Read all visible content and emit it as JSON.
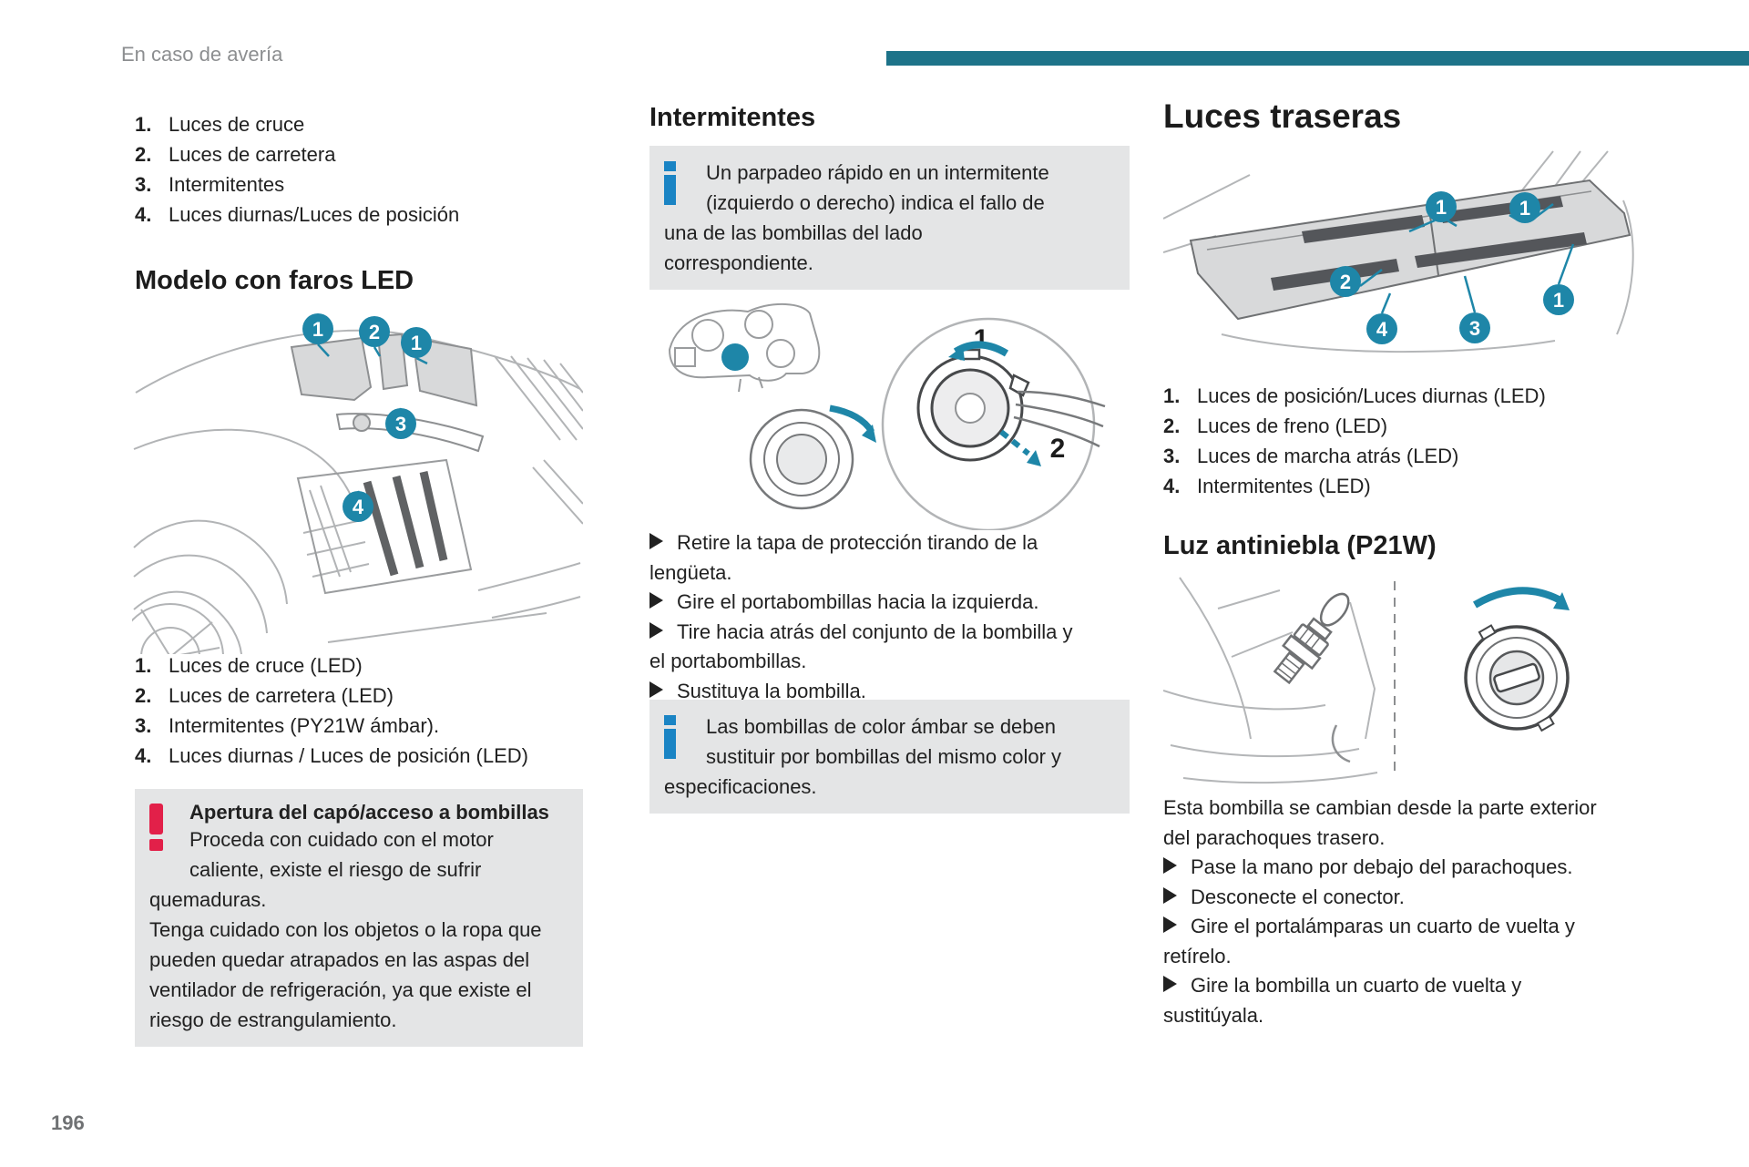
{
  "page": {
    "section_header": "En caso de avería",
    "page_number": "196"
  },
  "colors": {
    "accent_bar": "#1d7389",
    "callout_circle": "#1e86a8",
    "info_icon_blue": "#1a84c4",
    "warning_icon_red": "#e22049",
    "box_background": "#e4e5e6"
  },
  "col1": {
    "overview_list": [
      {
        "num": "1.",
        "label": "Luces de cruce"
      },
      {
        "num": "2.",
        "label": "Luces de carretera"
      },
      {
        "num": "3.",
        "label": "Intermitentes"
      },
      {
        "num": "4.",
        "label": "Luces diurnas/Luces de posición"
      }
    ],
    "heading": "Modelo con faros LED",
    "figure_callouts": [
      "1",
      "2",
      "1",
      "3",
      "4"
    ],
    "led_list": [
      {
        "num": "1.",
        "label": "Luces de cruce (LED)"
      },
      {
        "num": "2.",
        "label": "Luces de carretera (LED)"
      },
      {
        "num": "3.",
        "label": "Intermitentes (PY21W ámbar)."
      },
      {
        "num": "4.",
        "label": "Luces diurnas / Luces de posición (LED)"
      }
    ],
    "warning_box": {
      "title": "Apertura del capó/acceso a bombillas",
      "body": "Proceda con cuidado con el motor\ncaliente, existe el riesgo de sufrir\nquemaduras.\nTenga cuidado con los objetos o la ropa que\npueden quedar atrapados en las aspas del\nventilador de refrigeración, ya que existe el\nriesgo de estrangulamiento."
    }
  },
  "col2": {
    "heading": "Intermitentes",
    "info_box_1": "Un parpadeo rápido en un intermitente\n(izquierdo o derecho) indica el fallo de\nuna de las bombillas del lado\ncorrespondiente.",
    "figure_labels": {
      "bulb_holder": "1",
      "bulb": "2"
    },
    "steps": [
      "Retire la tapa de protección tirando de la\nlengüeta.",
      "Gire el portabombillas hacia la izquierda.",
      "Tire hacia atrás del conjunto de la bombilla y\nel portabombillas.",
      "Sustituya la bombilla."
    ],
    "info_box_2": "Las bombillas de color ámbar se deben\nsustituir por bombillas del mismo color y\nespecificaciones."
  },
  "col3": {
    "heading": "Luces traseras",
    "figure_callouts": [
      "1",
      "1",
      "2",
      "1",
      "3",
      "4"
    ],
    "list": [
      {
        "num": "1.",
        "label": "Luces de posición/Luces diurnas (LED)"
      },
      {
        "num": "2.",
        "label": "Luces de freno (LED)"
      },
      {
        "num": "3.",
        "label": "Luces de marcha atrás (LED)"
      },
      {
        "num": "4.",
        "label": "Intermitentes (LED)"
      }
    ],
    "subheading": "Luz antiniebla (P21W)",
    "body": "Esta bombilla se cambian desde la parte exterior\ndel parachoques trasero.",
    "steps": [
      "Pase la mano por debajo del parachoques.",
      "Desconecte el conector.",
      "Gire el portalámparas un cuarto de vuelta y\nretírelo.",
      "Gire la bombilla un cuarto de vuelta y\nsustitúyala."
    ]
  }
}
